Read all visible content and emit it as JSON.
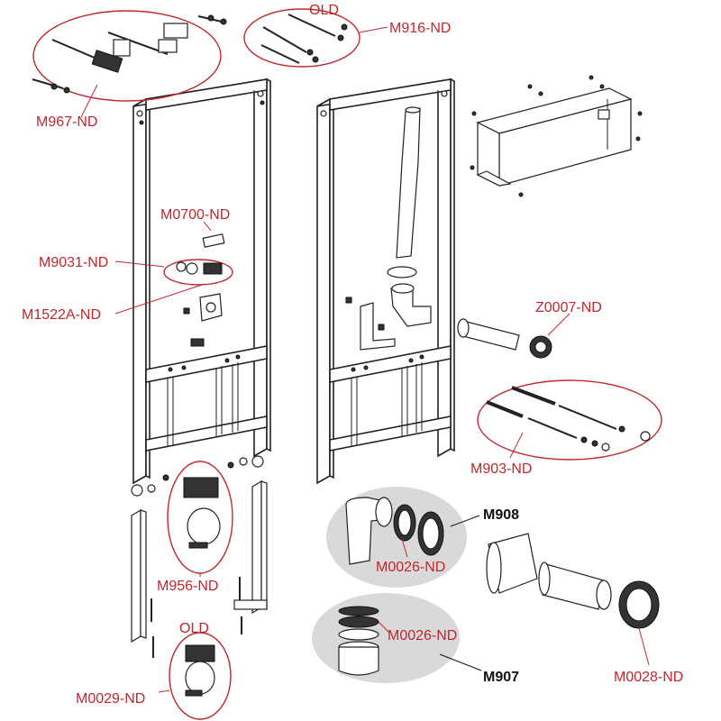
{
  "labels": {
    "m967": "M967-ND",
    "m916": "M916-ND",
    "old_top": "OLD",
    "m0700": "M0700-ND",
    "m9031": "M9031-ND",
    "m1522a": "M1522A-ND",
    "z0007": "Z0007-ND",
    "m903": "M903-ND",
    "m956": "M956-ND",
    "m908": "M908",
    "m0026_a": "M0026-ND",
    "m0026_b": "M0026-ND",
    "m907": "M907",
    "m0028": "M0028-ND",
    "old_bottom": "OLD",
    "m0029": "M0029-ND"
  },
  "colors": {
    "label_red": "#c0272d",
    "label_dark": "#111111",
    "group_grey": "#d9d9d9"
  }
}
